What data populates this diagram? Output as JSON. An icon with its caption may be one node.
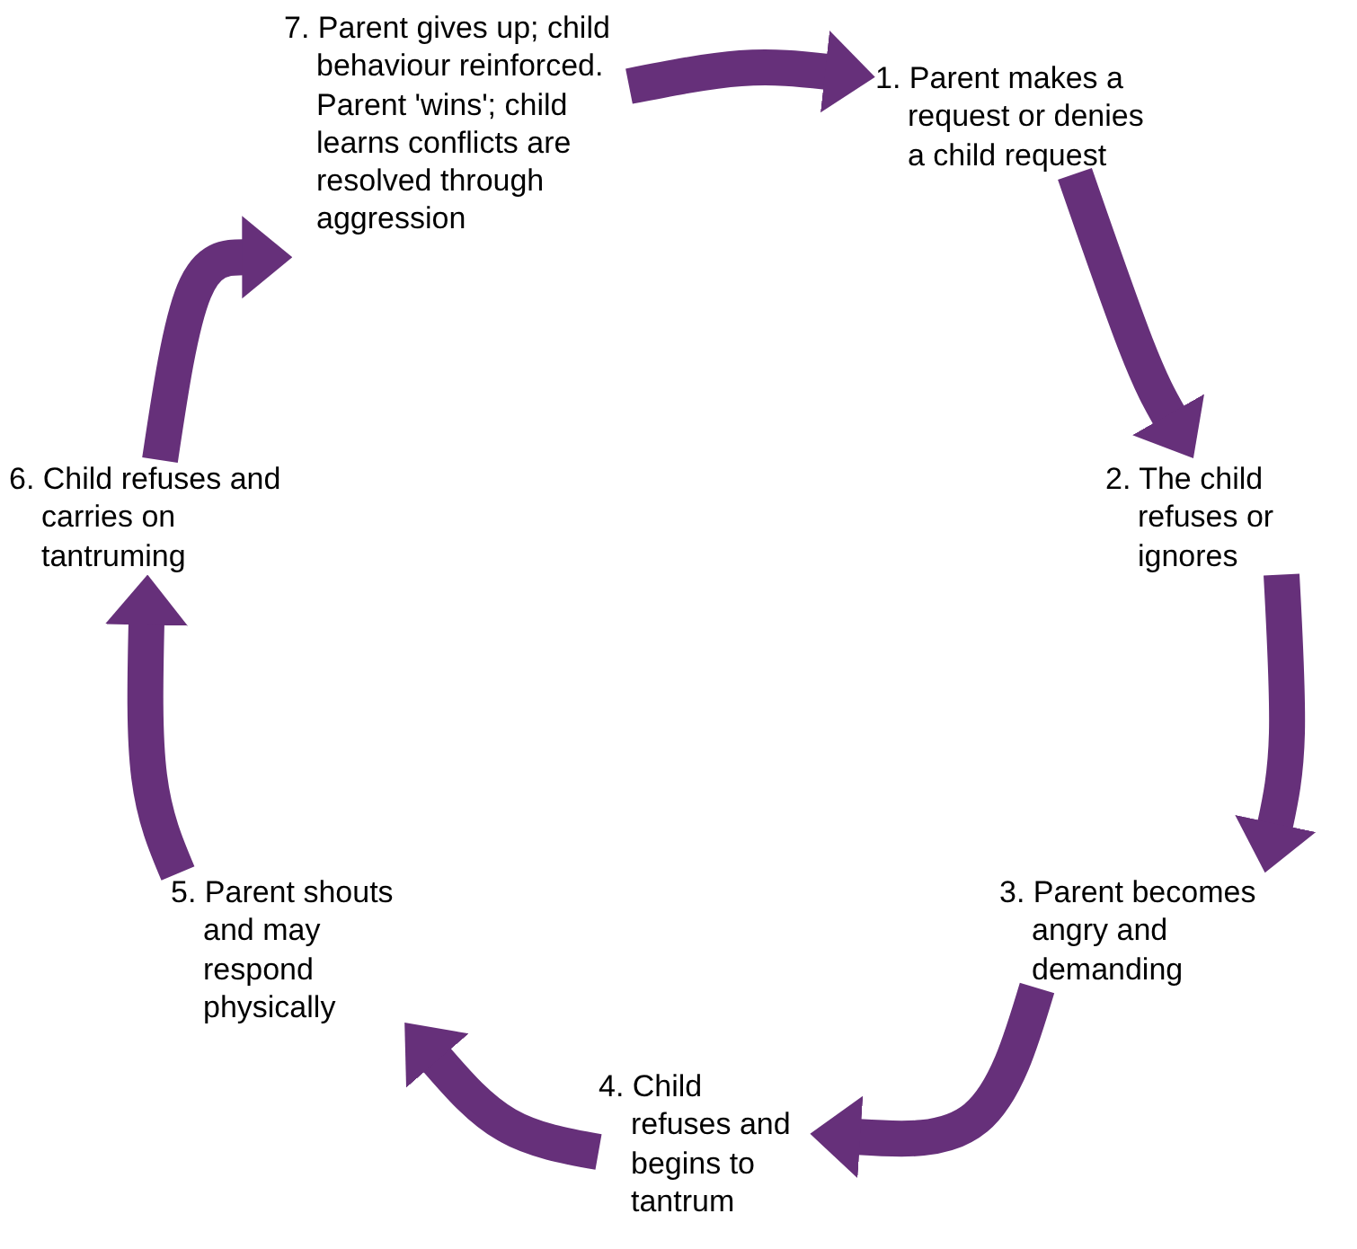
{
  "diagram": {
    "nodes": [
      {
        "text": [
          "1. Parent makes a request or denies a child request"
        ]
      },
      {
        "text": [
          "2. The child refuses or ignores"
        ]
      },
      {
        "text": [
          "3. Parent becomes angry and demanding"
        ]
      },
      {
        "text": [
          "4. Child refuses and begins to tantrum"
        ]
      },
      {
        "text": [
          "5. Parent shouts and may respond physically"
        ]
      },
      {
        "text": [
          "6. Child refuses and carries on tantruming"
        ]
      },
      {
        "text": [
          "7. Parent gives up; child behaviour reinforced. Parent 'wins'; child learns conflicts are resolved through aggression"
        ]
      }
    ],
    "edges": [
      {
        "from": 6,
        "to": 0,
        "arrow": "to"
      },
      {
        "from": 0,
        "to": 1,
        "arrow": "to"
      },
      {
        "from": 1,
        "to": 2,
        "arrow": "to"
      },
      {
        "from": 2,
        "to": 3,
        "arrow": "to"
      },
      {
        "from": 3,
        "to": 4,
        "arrow": "to"
      },
      {
        "from": 4,
        "to": 5,
        "arrow": "to"
      },
      {
        "from": 5,
        "to": 6,
        "arrow": "to"
      }
    ]
  }
}
